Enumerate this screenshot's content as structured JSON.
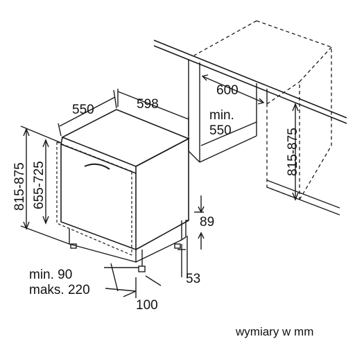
{
  "dimensions": {
    "width_top": "598",
    "depth": "550",
    "niche_depth": "600",
    "niche_min_label": "min.",
    "niche_min_value": "550",
    "niche_height": "815-875",
    "height": "815-875",
    "door_height": "655-725",
    "plinth": "89",
    "foot": "53",
    "plinth_min": "min. 90",
    "plinth_max": "maks. 220",
    "foot_depth": "100"
  },
  "footer": {
    "units_note": "wymiary w mm"
  },
  "colors": {
    "line": "#1a1a1a",
    "dashed": "#333333"
  }
}
